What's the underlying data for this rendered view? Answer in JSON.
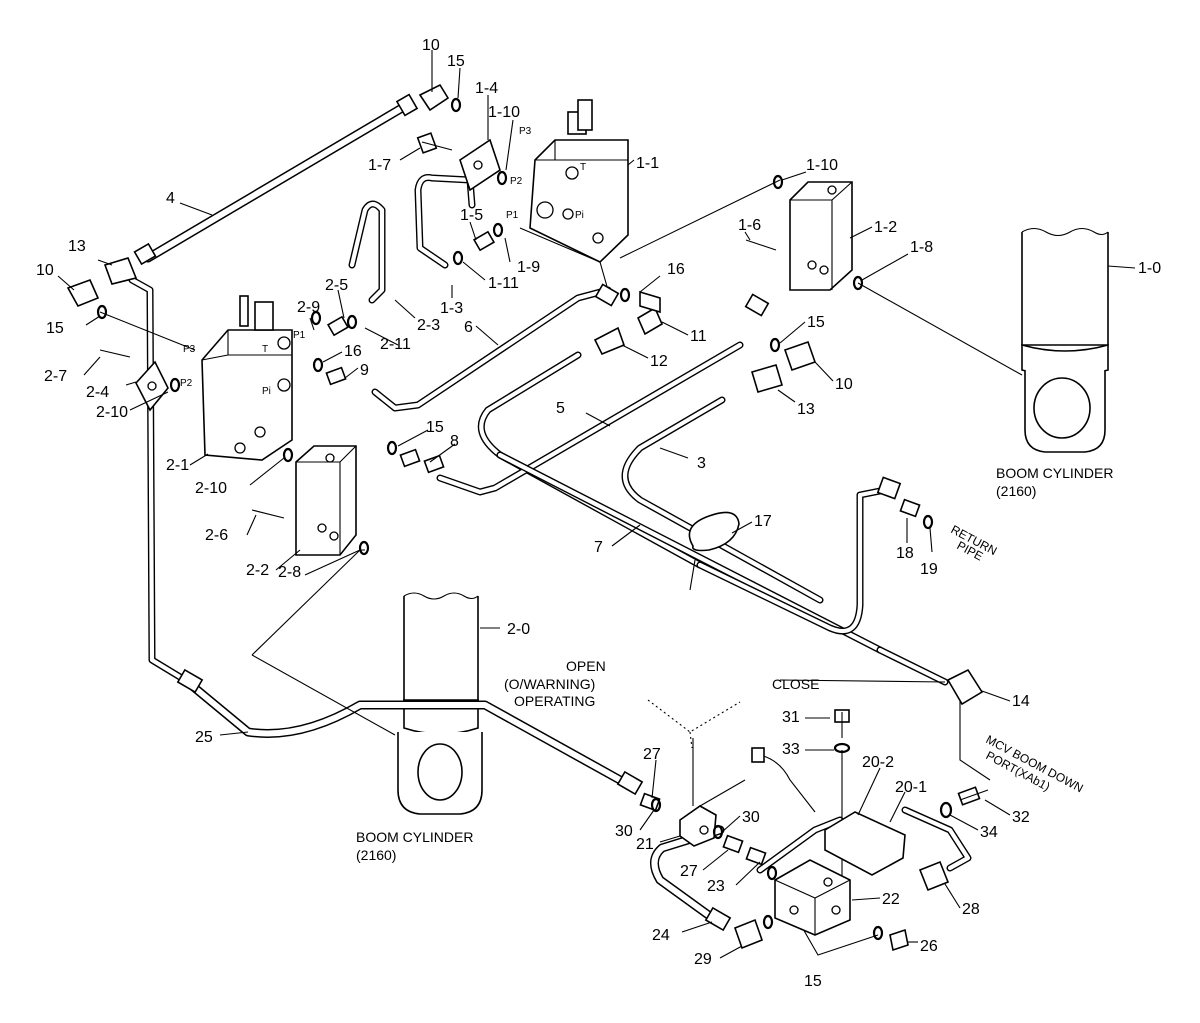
{
  "callouts": {
    "c10a": "10",
    "c15a": "15",
    "c1_4": "1-4",
    "c1_10a": "1-10",
    "c1_7": "1-7",
    "c1_5": "1-5",
    "c1_1": "1-1",
    "c1_10b": "1-10",
    "c1_6": "1-6",
    "c1_2": "1-2",
    "c1_8": "1-8",
    "c1_0": "1-0",
    "c4": "4",
    "c13a": "13",
    "c10b": "10",
    "c1_11": "1-11",
    "c1_9": "1-9",
    "c1_3": "1-3",
    "c2_5": "2-5",
    "c2_3": "2-3",
    "c2_9": "2-9",
    "c2_11": "2-11",
    "c16a": "16",
    "c16b": "16",
    "c6": "6",
    "c11": "11",
    "c15b": "15",
    "c15c": "15",
    "c12": "12",
    "c10c": "10",
    "c13b": "13",
    "c9": "9",
    "c2_7": "2-7",
    "c2_4": "2-4",
    "c2_10a": "2-10",
    "c2_1": "2-1",
    "c2_10b": "2-10",
    "c15d": "15",
    "c8": "8",
    "c5": "5",
    "c3": "3",
    "c2_6": "2-6",
    "c2_2": "2-2",
    "c2_8": "2-8",
    "c7": "7",
    "c17": "17",
    "c18": "18",
    "c19": "19",
    "c2_0": "2-0",
    "c14": "14",
    "c25": "25",
    "c31": "31",
    "c33": "33",
    "c20_2": "20-2",
    "c20_1": "20-1",
    "c32": "32",
    "c34": "34",
    "c27a": "27",
    "c30a": "30",
    "c30b": "30",
    "c21": "21",
    "c27b": "27",
    "c23": "23",
    "c22": "22",
    "c28": "28",
    "c24": "24",
    "c29": "29",
    "c26": "26",
    "c15e": "15"
  },
  "port_labels": {
    "p3_top": "P3",
    "p2_top": "P2",
    "p1_top": "P1",
    "t_top": "T",
    "pi_top": "Pi",
    "p3_left": "P3",
    "p1_left": "P1",
    "t_left": "T",
    "pi_left": "Pi",
    "p2_left": "P2"
  },
  "captions": {
    "boom_cylinder_right": "BOOM CYLINDER",
    "boom_cylinder_right_model": "(2160)",
    "boom_cylinder_left": "BOOM CYLINDER",
    "boom_cylinder_left_model": "(2160)",
    "return_line1": "RETURN",
    "return_line2": "PIPE",
    "mcv_line1": "MCV BOOM DOWN",
    "mcv_line2": "PORT(XAb1)",
    "open_line1": "OPEN",
    "open_line2": "(O/WARNING)",
    "open_line3": "OPERATING",
    "close": "CLOSE"
  }
}
